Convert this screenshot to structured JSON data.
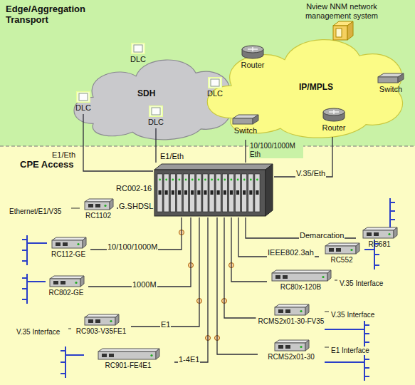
{
  "diagram": {
    "nodes": [
      {
        "text": [
          "Edge/Aggregation Transport"
        ]
      },
      {
        "text": [
          "Nview NNM network management system"
        ],
        "in": 0
      },
      {
        "text": [
          "SDH"
        ],
        "in": 0
      },
      {
        "text": [
          "DLC"
        ],
        "in": 2
      },
      {
        "text": [
          "DLC"
        ],
        "in": 2
      },
      {
        "text": [
          "DLC"
        ],
        "in": 2
      },
      {
        "text": [
          "DLC"
        ],
        "in": 2
      },
      {
        "text": [
          "IP/MPLS"
        ],
        "in": 0
      },
      {
        "text": [
          "Router"
        ],
        "in": 7
      },
      {
        "text": [
          "Switch"
        ],
        "in": 7
      },
      {
        "text": [
          "Switch"
        ],
        "in": 7
      },
      {
        "text": [
          "Router"
        ],
        "in": 7
      },
      {
        "text": [
          "CPE Access"
        ]
      },
      {
        "text": [
          "RC002-16"
        ],
        "in": 12
      },
      {
        "text": [
          "RC1102"
        ],
        "in": 12
      },
      {
        "text": [
          "RC112-GE"
        ],
        "in": 12
      },
      {
        "text": [
          "RC802-GE"
        ],
        "in": 12
      },
      {
        "text": [
          "RC903-V35FE1"
        ],
        "in": 12
      },
      {
        "text": [
          "RC901-FE4E1"
        ],
        "in": 12
      },
      {
        "text": [
          "RC681"
        ],
        "in": 12
      },
      {
        "text": [
          "RC552"
        ],
        "in": 12
      },
      {
        "text": [
          "RC80x-120B"
        ],
        "in": 12
      },
      {
        "text": [
          "RCMS2x01-30-FV35"
        ],
        "in": 12
      },
      {
        "text": [
          "RCMS2x01-30"
        ],
        "in": 12
      }
    ],
    "edges": [
      {
        "from": 4,
        "to": 13,
        "arrow": "none",
        "label": "E1/Eth"
      },
      {
        "from": 6,
        "to": 13,
        "arrow": "none",
        "label": "E1/Eth"
      },
      {
        "from": 10,
        "to": 13,
        "arrow": "none",
        "label": "10/100/1000M Eth"
      },
      {
        "from": 11,
        "to": 13,
        "arrow": "none",
        "label": "V.35/Eth"
      },
      {
        "from": 13,
        "to": 14,
        "arrow": "none",
        "label": "G.SHDSL"
      },
      {
        "from": 13,
        "to": 15,
        "arrow": "none",
        "label": "10/100/1000M"
      },
      {
        "from": 13,
        "to": 16,
        "arrow": "none",
        "label": "1000M"
      },
      {
        "from": 13,
        "to": 17,
        "arrow": "none",
        "label": "E1"
      },
      {
        "from": 13,
        "to": 18,
        "arrow": "none",
        "label": "1-4E1"
      },
      {
        "from": 13,
        "to": 19,
        "arrow": "none",
        "label": "Demarcation"
      },
      {
        "from": 13,
        "to": 20,
        "arrow": "none",
        "label": "IEEE802.3ah"
      },
      {
        "from": 13,
        "to": 21,
        "arrow": "none"
      },
      {
        "from": 13,
        "to": 22,
        "arrow": "none"
      },
      {
        "from": 13,
        "to": 23,
        "arrow": "none"
      }
    ],
    "labels": [
      "Ethernet/E1/V35",
      "V.35 Interface",
      "V.35 Interface",
      "E1 Interface",
      "V.35 Interface"
    ]
  }
}
